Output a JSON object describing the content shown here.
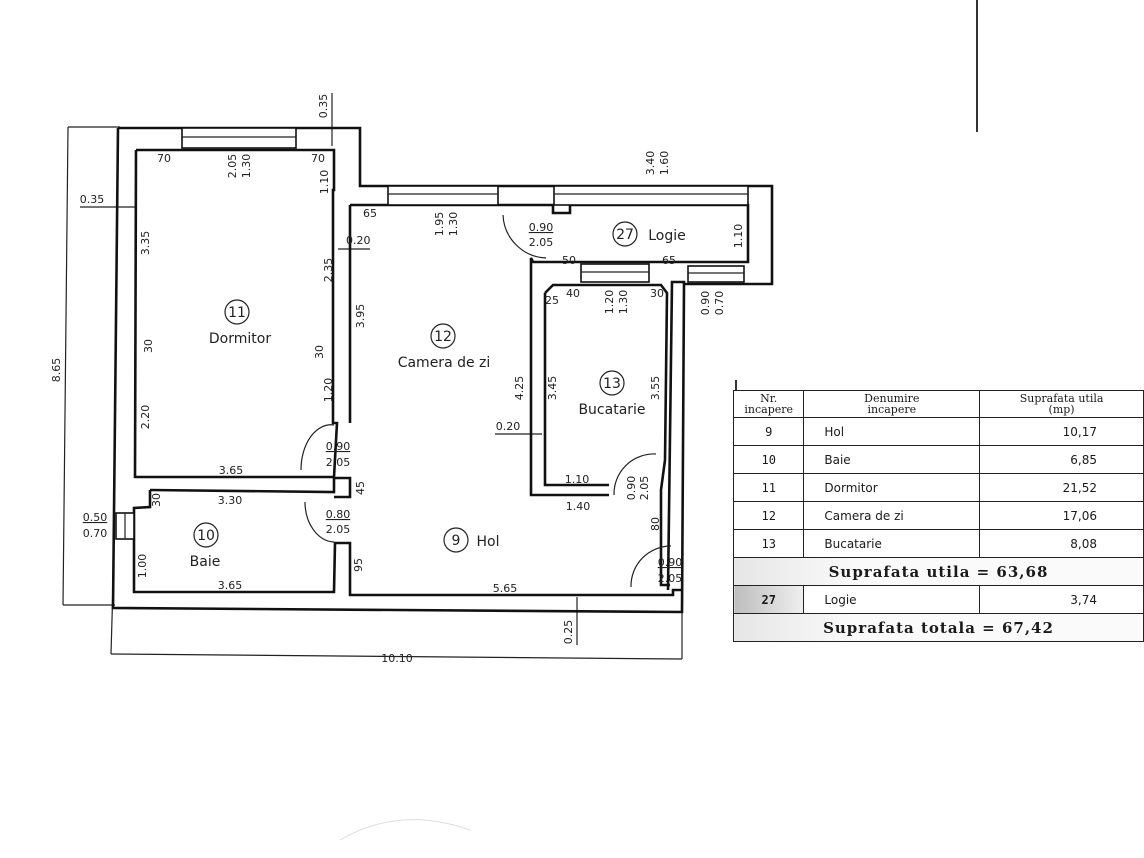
{
  "plan": {
    "rooms": [
      {
        "nr": "11",
        "name": "Dormitor"
      },
      {
        "nr": "12",
        "name": "Camera de zi"
      },
      {
        "nr": "13",
        "name": "Bucatarie"
      },
      {
        "nr": "10",
        "name": "Baie"
      },
      {
        "nr": "9",
        "name": "Hol"
      },
      {
        "nr": "27",
        "name": "Logie"
      }
    ],
    "dimensions": {
      "overall_height": "8.65",
      "overall_width": "10.10",
      "top_wall": "0.35",
      "left_wall": "0.35",
      "bottom_wall": "0.25",
      "dormitor_window": {
        "w": "2.05",
        "h": "1.30"
      },
      "dormitor_left": "70",
      "dormitor_right": "70",
      "dormitor_r1": "1.10",
      "dormitor_l1": "3.35",
      "dormitor_l_niche": "30",
      "dormitor_l2": "2.20",
      "dormitor_r2": "2.35",
      "dormitor_r_niche": "30",
      "dormitor_r3": "1.20",
      "dormitor_bottom": "3.65",
      "partition_wall": "0.20",
      "camera_65": "65",
      "camera_window": {
        "w": "1.95",
        "h": "1.30"
      },
      "camera_395": "3.95",
      "door_camera": {
        "w": "0.90",
        "h": "2.05"
      },
      "door_dormitor": {
        "w": "0.90",
        "h": "2.05"
      },
      "door_baie": {
        "w": "0.80",
        "h": "2.05"
      },
      "door_bucatarie": {
        "w": "0.90",
        "h": "2.05"
      },
      "door_entry": {
        "w": "0.90",
        "h": "2.05"
      },
      "logie_window": {
        "w": "3.40",
        "h": "1.60"
      },
      "logie_depth": "1.10",
      "logie_50": "50",
      "logie_65": "65",
      "buc_window": {
        "w": "1.20",
        "h": "1.30"
      },
      "buc_25": "25",
      "buc_40": "40",
      "buc_30": "30",
      "buc_425": "4.25",
      "buc_345": "3.45",
      "buc_355": "3.55",
      "buc_020": "0.20",
      "buc_110": "1.10",
      "buc_140": "1.40",
      "buc_80": "80",
      "right_window": {
        "w": "0.90",
        "h": "0.70"
      },
      "baie_window": {
        "w": "0.50",
        "h": "0.70"
      },
      "baie_top": "3.30",
      "baie_30": "30",
      "baie_100": "1.00",
      "baie_bottom": "3.65",
      "baie_45": "45",
      "baie_95": "95",
      "hol_bottom": "5.65"
    }
  },
  "table": {
    "headers": {
      "nr": [
        "Nr.",
        "incapere"
      ],
      "name": [
        "Denumire",
        "incapere"
      ],
      "area": [
        "Suprafata utila",
        "(mp)"
      ]
    },
    "rows": [
      {
        "nr": "9",
        "name": "Hol",
        "area": "10,17"
      },
      {
        "nr": "10",
        "name": "Baie",
        "area": "6,85"
      },
      {
        "nr": "11",
        "name": "Dormitor",
        "area": "21,52"
      },
      {
        "nr": "12",
        "name": "Camera de zi",
        "area": "17,06"
      },
      {
        "nr": "13",
        "name": "Bucatarie",
        "area": "8,08"
      }
    ],
    "subtotal": "Suprafata utila  =  63,68",
    "extra_row": {
      "nr": "27",
      "name": "Logie",
      "area": "3,74"
    },
    "total": "Suprafata totala  =  67,42"
  }
}
